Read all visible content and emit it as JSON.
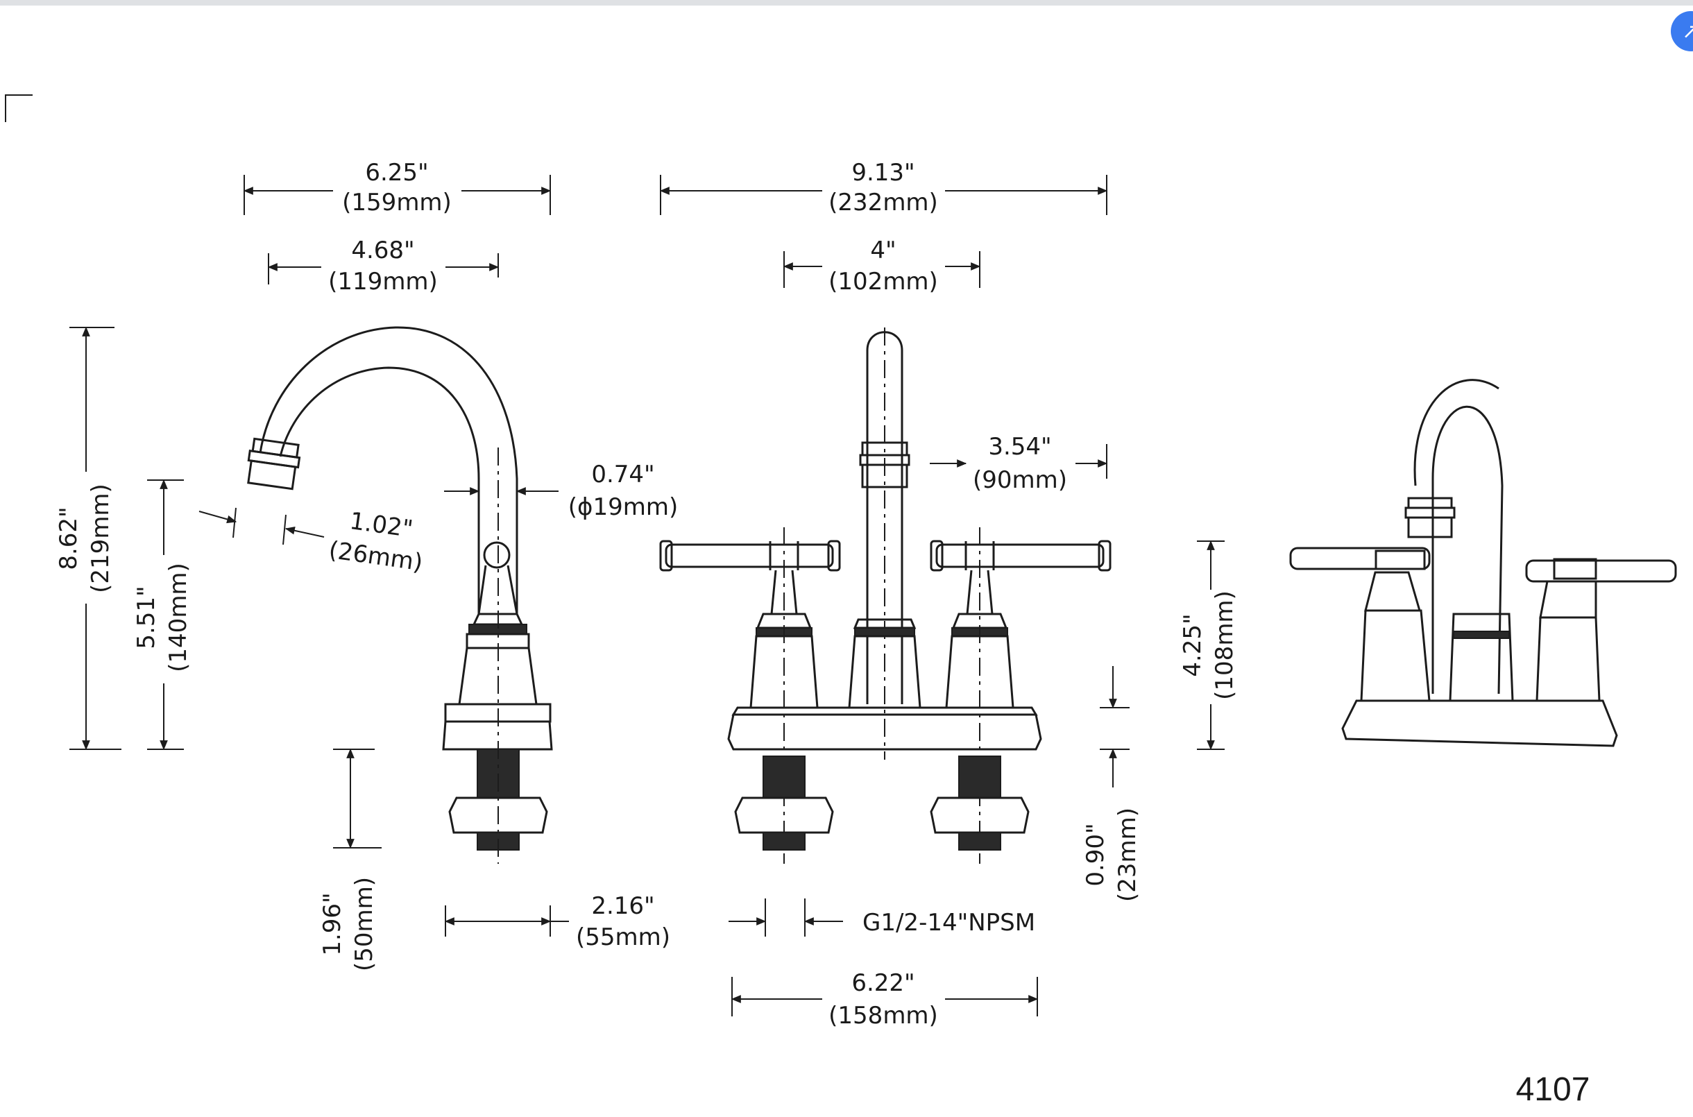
{
  "dimensions": {
    "side_total_width": {
      "inch": "6.25\"",
      "mm": "(159mm)"
    },
    "side_reach": {
      "inch": "4.68\"",
      "mm": "(119mm)"
    },
    "front_total_width": {
      "inch": "9.13\"",
      "mm": "(232mm)"
    },
    "front_center_spacing": {
      "inch": "4\"",
      "mm": "(102mm)"
    },
    "spout_diameter": {
      "inch": "0.74\"",
      "mm": "(ϕ19mm)"
    },
    "aerator": {
      "inch": "1.02\"",
      "mm": "(26mm)"
    },
    "handle_reach": {
      "inch": "3.54\"",
      "mm": "(90mm)"
    },
    "total_height": {
      "inch": "8.62\"",
      "mm": "(219mm)"
    },
    "spout_height": {
      "inch": "5.51\"",
      "mm": "(140mm)"
    },
    "handle_height": {
      "inch": "4.25\"",
      "mm": "(108mm)"
    },
    "shank_length": {
      "inch": "1.96\"",
      "mm": "(50mm)"
    },
    "base_depth": {
      "inch": "2.16\"",
      "mm": "(55mm)"
    },
    "deck_thickness": {
      "inch": "0.90\"",
      "mm": "(23mm)"
    },
    "base_width": {
      "inch": "6.22\"",
      "mm": "(158mm)"
    }
  },
  "thread_spec": "G1/2-14\"NPSM",
  "model_number": "4107"
}
